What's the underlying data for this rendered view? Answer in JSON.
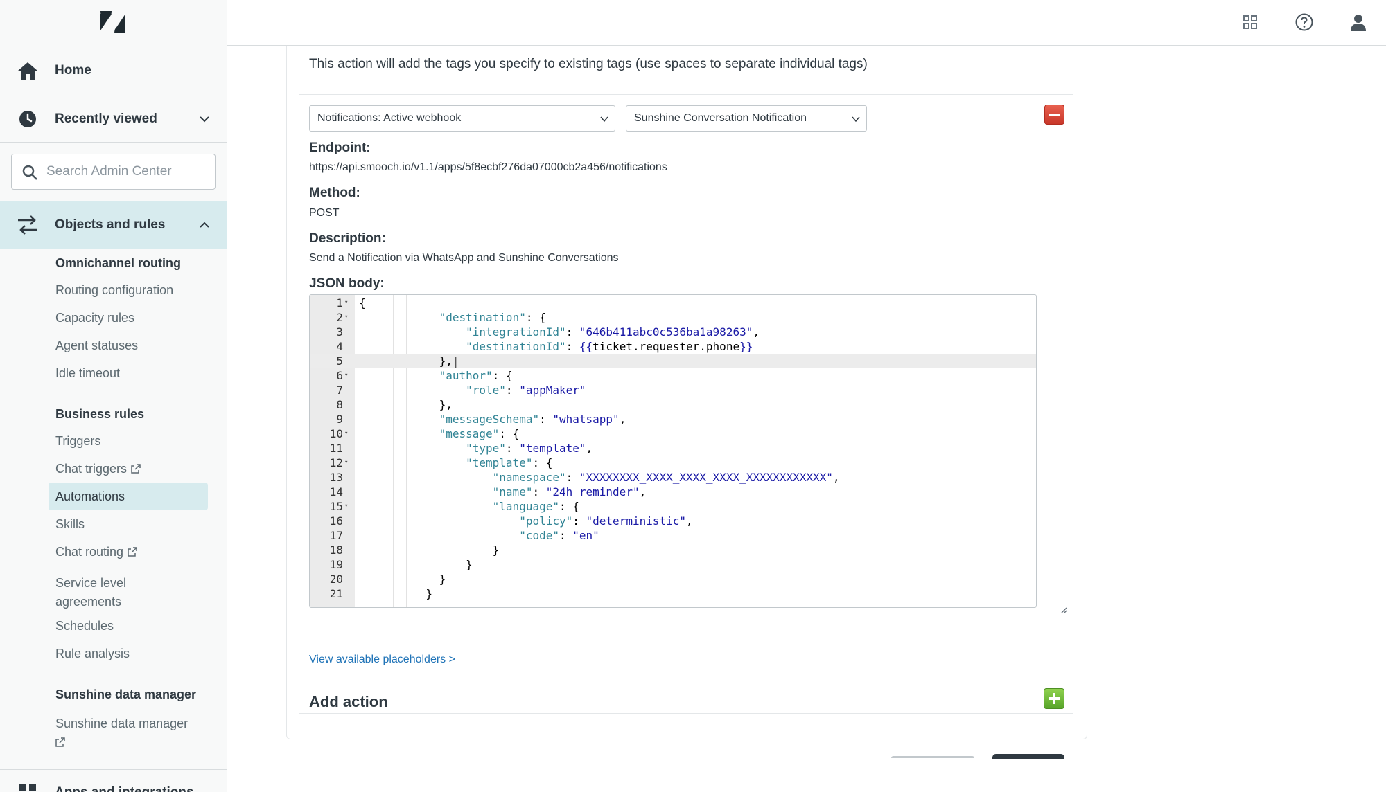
{
  "sidebar": {
    "home_label": "Home",
    "recent_label": "Recently viewed",
    "search_placeholder": "Search Admin Center",
    "section_label": "Objects and rules",
    "omnichannel_heading": "Omnichannel routing",
    "omnichannel_items": [
      "Routing configuration",
      "Capacity rules",
      "Agent statuses",
      "Idle timeout"
    ],
    "business_heading": "Business rules",
    "business_items": [
      "Triggers",
      "Chat triggers",
      "Automations",
      "Skills",
      "Chat routing",
      "Service level",
      "agreements",
      "Schedules",
      "Rule analysis"
    ],
    "sunshine_heading": "Sunshine data manager",
    "sunshine_item": "Sunshine data manager",
    "apps_label": "Apps and integrations"
  },
  "main": {
    "tags_note": "This action will add the tags you specify to existing tags (use spaces to separate individual tags)",
    "action_select": "Notifications: Active webhook",
    "webhook_select": "Sunshine Conversation Notification",
    "endpoint_label": "Endpoint:",
    "endpoint_value": "https://api.smooch.io/v1.1/apps/5f8ecbf276da07000cb2a456/notifications",
    "method_label": "Method:",
    "method_value": "POST",
    "description_label": "Description:",
    "description_value": "Send a Notification via WhatsApp and Sunshine Conversations",
    "json_label": "JSON body:",
    "placeholders_link": "View available placeholders >",
    "add_action_label": "Add action"
  },
  "code": {
    "line_numbers": [
      "1",
      "2",
      "3",
      "4",
      "5",
      "6",
      "7",
      "8",
      "9",
      "10",
      "11",
      "12",
      "13",
      "14",
      "15",
      "16",
      "17",
      "18",
      "19",
      "20",
      "21"
    ],
    "keys": {
      "destination": "\"destination\"",
      "integrationId": "\"integrationId\"",
      "destinationId": "\"destinationId\"",
      "author": "\"author\"",
      "role": "\"role\"",
      "messageSchema": "\"messageSchema\"",
      "message": "\"message\"",
      "type": "\"type\"",
      "template": "\"template\"",
      "namespace": "\"namespace\"",
      "name": "\"name\"",
      "language": "\"language\"",
      "policy": "\"policy\"",
      "code": "\"code\""
    },
    "values": {
      "integrationId": "\"646b411abc0c536ba1a98263\"",
      "placeholder_open": "{{",
      "placeholder_var": "ticket.requester.phone",
      "placeholder_close": "}}",
      "role": "\"appMaker\"",
      "messageSchema": "\"whatsapp\"",
      "type": "\"template\"",
      "namespace": "\"XXXXXXXX_XXXX_XXXX_XXXX_XXXXXXXXXXXX\"",
      "name": "\"24h_reminder\"",
      "policy": "\"deterministic\"",
      "code": "\"en\""
    }
  },
  "icons": {
    "logo": "zendesk-logo",
    "home": "home-icon",
    "recent": "clock-icon",
    "objects": "objects-rules-icon",
    "apps": "apps-grid-icon",
    "help": "help-icon",
    "profile": "user-icon"
  },
  "colors": {
    "accent": "#1f73b7",
    "selected_bg": "#d7ebee",
    "remove": "#d93f2f",
    "add": "#6cbf3a"
  }
}
